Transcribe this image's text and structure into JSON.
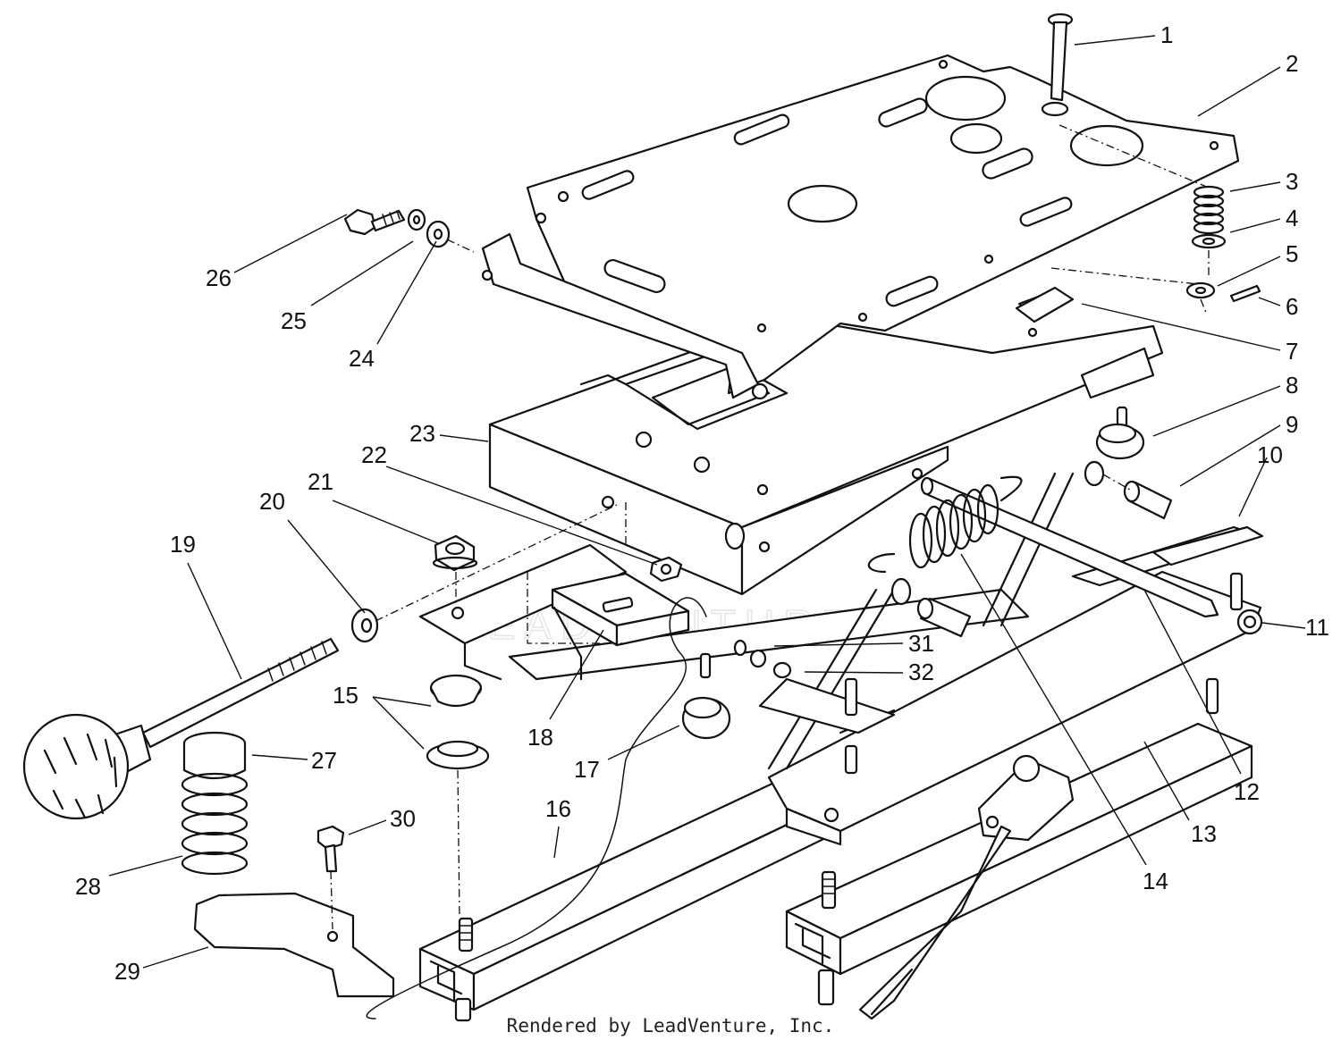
{
  "diagram": {
    "callouts": [
      {
        "number": "1"
      },
      {
        "number": "2"
      },
      {
        "number": "3"
      },
      {
        "number": "4"
      },
      {
        "number": "5"
      },
      {
        "number": "6"
      },
      {
        "number": "7"
      },
      {
        "number": "8"
      },
      {
        "number": "9"
      },
      {
        "number": "10"
      },
      {
        "number": "11"
      },
      {
        "number": "12"
      },
      {
        "number": "13"
      },
      {
        "number": "14"
      },
      {
        "number": "15"
      },
      {
        "number": "16"
      },
      {
        "number": "17"
      },
      {
        "number": "18"
      },
      {
        "number": "19"
      },
      {
        "number": "20"
      },
      {
        "number": "21"
      },
      {
        "number": "22"
      },
      {
        "number": "23"
      },
      {
        "number": "24"
      },
      {
        "number": "25"
      },
      {
        "number": "26"
      },
      {
        "number": "27"
      },
      {
        "number": "28"
      },
      {
        "number": "29"
      },
      {
        "number": "30"
      },
      {
        "number": "31"
      },
      {
        "number": "32"
      }
    ]
  },
  "watermark": {
    "text": "LEADVENTURE"
  },
  "footer": {
    "credit": "Rendered by LeadVenture, Inc."
  }
}
